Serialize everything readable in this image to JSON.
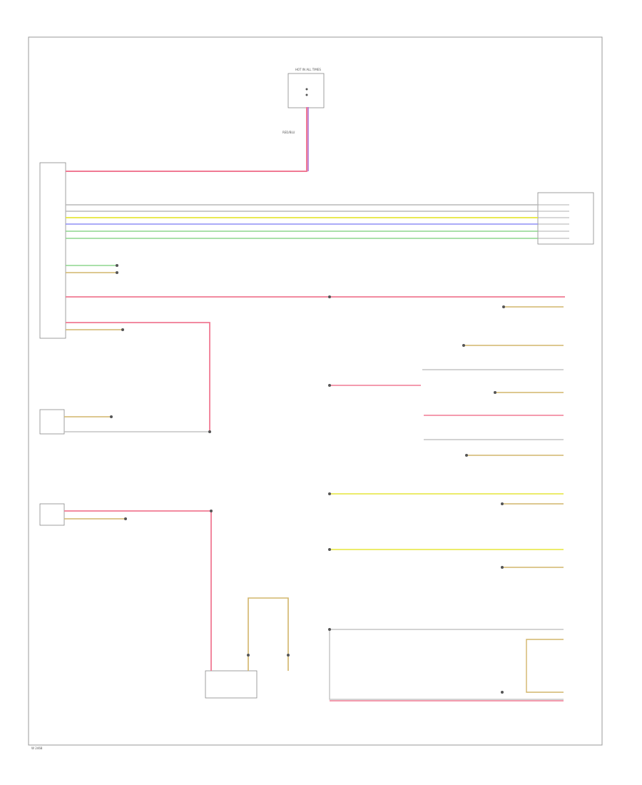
{
  "colors": {
    "pink": "#f07a93",
    "purple": "#b26fd0",
    "gray": "#b9b9b9",
    "yellow": "#e6e63a",
    "blue": "#8f8ff5",
    "green": "#8ed58e",
    "tan": "#d2b56b",
    "dot": "#555555"
  },
  "labels": {
    "top_component": "HOT IN ALL TIMES",
    "top_wire": "RED/BLU",
    "bottom_code": "W 2468"
  }
}
